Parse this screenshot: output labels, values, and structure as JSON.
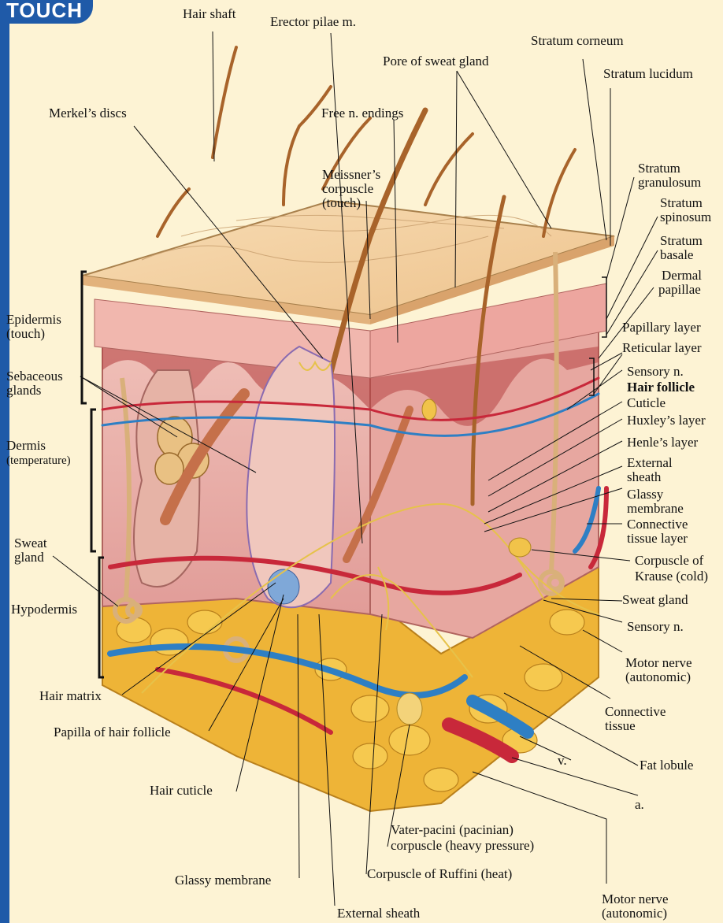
{
  "header": {
    "tab_label": "TOUCH"
  },
  "labels": {
    "hair_shaft": "Hair shaft",
    "erector_pilae": "Erector pilae m.",
    "stratum_corneum": "Stratum corneum",
    "pore_sweat_gland": "Pore of sweat gland",
    "stratum_lucidum": "Stratum lucidum",
    "merkels_discs": "Merkel’s discs",
    "free_n_endings": "Free n. endings",
    "meissners_1": "Meissner’s",
    "meissners_2": "corpuscle",
    "meissners_3": "(touch)",
    "stratum_granulosum_1": "Stratum",
    "stratum_granulosum_2": "granulosum",
    "stratum_spinosum_1": "Stratum",
    "stratum_spinosum_2": "spinosum",
    "stratum_basale_1": "Stratum",
    "stratum_basale_2": "basale",
    "dermal_papillae_1": "Dermal",
    "dermal_papillae_2": "papillae",
    "papillary_layer": "Papillary layer",
    "reticular_layer": "Reticular layer",
    "sensory_n_top": "Sensory n.",
    "hair_follicle": "Hair follicle",
    "cuticle": "Cuticle",
    "huxleys_layer": "Huxley’s layer",
    "henles_layer": "Henle’s layer",
    "external_sheath_1": "External",
    "external_sheath_2": "sheath",
    "glassy_membrane_r1": "Glassy",
    "glassy_membrane_r2": "membrane",
    "connective_tissue_layer_1": "Connective",
    "connective_tissue_layer_2": "tissue layer",
    "corpuscle_krause_1": "Corpuscle of",
    "corpuscle_krause_2": "Krause (cold)",
    "sweat_gland_right": "Sweat gland",
    "sensory_n_bottom": "Sensory n.",
    "motor_nerve_r_1": "Motor nerve",
    "motor_nerve_r_2": "(autonomic)",
    "connective_tissue_1": "Connective",
    "connective_tissue_2": "tissue",
    "fat_lobule": "Fat lobule",
    "vein": "v.",
    "artery": "a.",
    "epidermis_1": "Epidermis",
    "epidermis_2": "(touch)",
    "sebaceous_1": "Sebaceous",
    "sebaceous_2": "glands",
    "dermis_1": "Dermis",
    "dermis_2": "(temperature)",
    "sweat_gland_left_1": "Sweat",
    "sweat_gland_left_2": "gland",
    "hypodermis": "Hypodermis",
    "hair_matrix": "Hair matrix",
    "papilla_hair_follicle": "Papilla of hair follicle",
    "hair_cuticle": "Hair cuticle",
    "glassy_membrane_bottom": "Glassy membrane",
    "vater_pacini_1": "Vater-pacini (pacinian)",
    "vater_pacini_2": "corpuscle (heavy pressure)",
    "corpuscle_ruffini": "Corpuscle of Ruffini (heat)",
    "external_sheath_bottom": "External sheath",
    "motor_nerve_b_1": "Motor nerve",
    "motor_nerve_b_2": "(autonomic)"
  },
  "colors": {
    "brand_blue": "#1f5aa8",
    "background": "#fdf3d4",
    "epidermis": "#f3cf9e",
    "dermis": "#e9a9a4",
    "fat": "#eeb437",
    "artery": "#c8283a",
    "vein": "#2e7fc4",
    "nerve": "#e6c24a"
  }
}
